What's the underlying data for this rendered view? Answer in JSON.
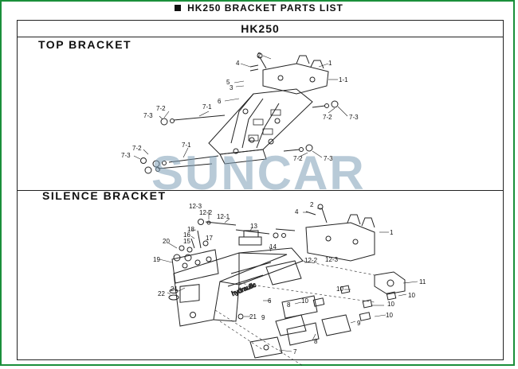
{
  "header": {
    "title": "HK250 BRACKET PARTS LIST"
  },
  "model": "HK250",
  "sections": {
    "top": {
      "title": "TOP BRACKET"
    },
    "silence": {
      "title": "SILENCE BRACKET"
    }
  },
  "watermark": "SUNCAR",
  "callouts": {
    "top": [
      "2",
      "1",
      "1-1",
      "4",
      "5",
      "3",
      "6",
      "7-2",
      "7-1",
      "7-3",
      "7-2",
      "7-3",
      "7-2",
      "7-1",
      "7-3",
      "7-2",
      "7-3"
    ],
    "silence": [
      "2",
      "4",
      "12-3",
      "12-2",
      "12-1",
      "1",
      "18",
      "13",
      "16",
      "15",
      "17",
      "20",
      "14",
      "19",
      "12-2",
      "12-3",
      "11",
      "10",
      "10",
      "21",
      "22",
      "6",
      "8",
      "10",
      "9",
      "10",
      "10",
      "9",
      "8",
      "21",
      "7"
    ]
  }
}
